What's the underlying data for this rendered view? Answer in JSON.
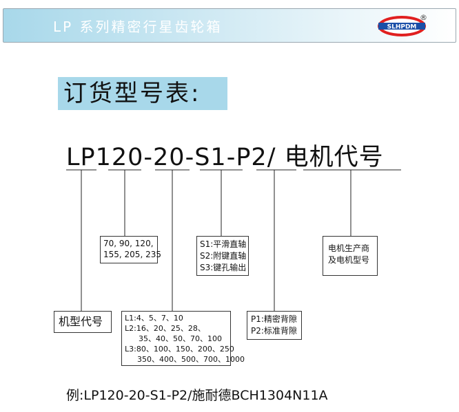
{
  "header": {
    "title": "LP 系列精密行星齿轮箱",
    "logo_text": "SLHPDM",
    "registered_mark": "®"
  },
  "order_table_title": "订货型号表:",
  "model_code": "LP120-20-S1-P2/ 电机代号",
  "boxes": {
    "frame_size": {
      "lines": [
        "70, 90, 120,",
        "155, 205, 235"
      ]
    },
    "machine_code": {
      "lines": [
        "机型代号"
      ]
    },
    "ratio": {
      "lines": [
        "L1:4、5、7、10",
        "L2:16、20、25、28、",
        "35、40、50、70、100",
        "L3:80、100、150、200、250",
        "350、400、500、700、1000"
      ]
    },
    "shaft": {
      "lines": [
        "S1:平滑直轴",
        "S2:附键直轴",
        "S3:键孔输出"
      ]
    },
    "backlash": {
      "lines": [
        "P1:精密背隙",
        "P2:标准背隙"
      ]
    },
    "motor": {
      "lines": [
        "电机生产商",
        "及电机型号"
      ]
    }
  },
  "example": "例:LP120-20-S1-P2/施耐德BCH1304N11A",
  "colors": {
    "banner": "#a8d8ea",
    "logo_red": "#e02020",
    "logo_blue": "#1a4fa8"
  }
}
